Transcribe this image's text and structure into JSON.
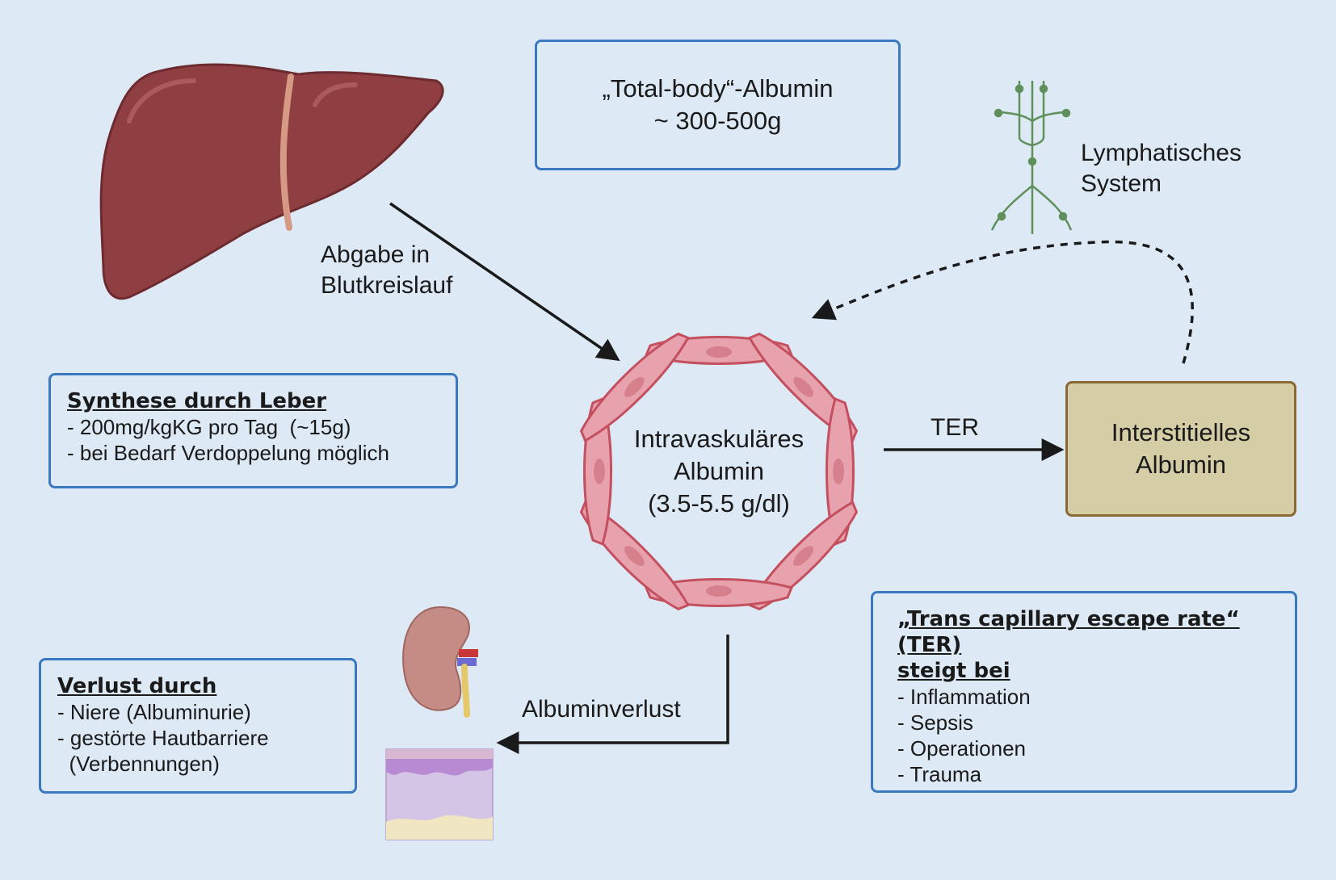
{
  "total_body": {
    "line1": "„Total-body“-Albumin",
    "line2": "~ 300-500g"
  },
  "lymph": {
    "line1": "Lymphatisches",
    "line2": "System"
  },
  "release": {
    "line1": "Abgabe in",
    "line2": "Blutkreislauf"
  },
  "synthesis": {
    "heading": "Synthese durch Leber",
    "items": [
      "- 200mg/kgKG pro Tag  (~15g)",
      "- bei Bedarf Verdoppelung möglich"
    ]
  },
  "intravascular": {
    "line1": "Intravaskuläres",
    "line2": "Albumin",
    "line3": "(3.5-5.5 g/dl)"
  },
  "ter_label": "TER",
  "interstitial": {
    "line1": "Interstitielles",
    "line2": "Albumin"
  },
  "loss_label": "Albuminverlust",
  "loss": {
    "heading": "Verlust durch",
    "items": [
      "- Niere (Albuminurie)",
      "- gestörte Hautbarriere",
      "  (Verbennungen)"
    ]
  },
  "ter_box": {
    "heading1": "„Trans capillary escape rate“ (TER)",
    "heading2": "steigt bei",
    "items": [
      "- Inflammation",
      "- Sepsis",
      "- Operationen",
      "- Trauma"
    ]
  },
  "colors": {
    "background": "#ddeaf6",
    "box_border": "#3a78bf",
    "liver": "#8f3f42",
    "vessel_cell": "#e7a2ad",
    "interstitial_fill": "#d4cda6"
  }
}
